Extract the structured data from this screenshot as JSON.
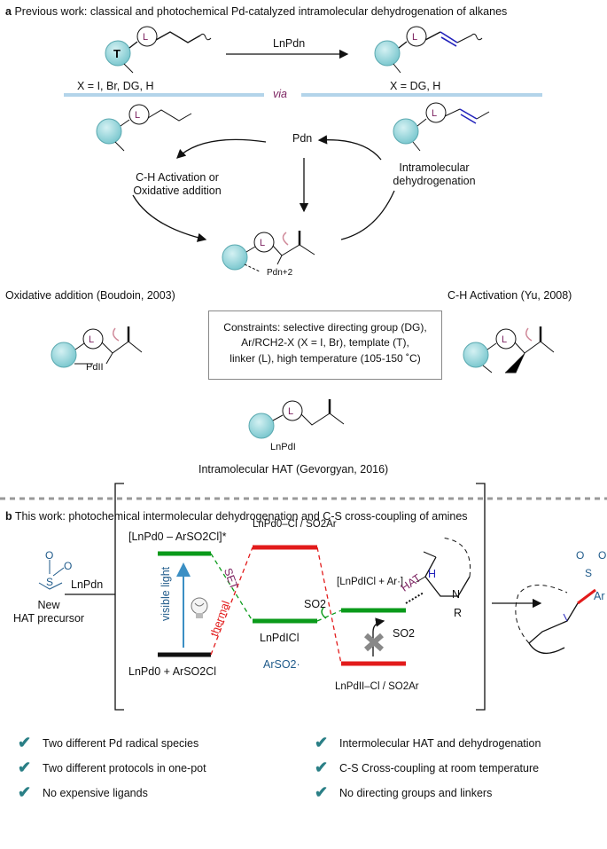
{
  "panel_a": {
    "heading_letter": "a",
    "heading": "Previous work: classical and photochemical Pd-catalyzed intramolecular dehydrogenation of alkanes",
    "reagent": "LnPdn",
    "x_left": "X = I, Br, DG, H",
    "x_right": "X = DG, H",
    "via": "via",
    "pd_center": "Pdn",
    "ch_activation_label": "C-H Activation or\nOxidative addition",
    "intramolecular_label": "Intramolecular\ndehydrogenation",
    "pd_n2": "Pdn+2",
    "oxidative_addition": "Oxidative addition (Boudoin, 2003)",
    "ch_activation_yu": "C-H Activation (Yu, 2008)",
    "constraints": "Constraints: selective directing group (DG),\nAr/RCH2-X (X = I, Br), template (T),\nlinker (L), high temperature (105-150 ˚C)",
    "pd_ii": "PdII",
    "pd_i": "LnPdI",
    "hat_label": "Intramolecular HAT (Gevorgyan, 2016)"
  },
  "panel_b": {
    "heading_letter": "b",
    "heading": "This work: photochemical intermolecular dehydrogenation and C-S cross-coupling of amines",
    "excited": "[LnPd0 – ArSO2Cl]*",
    "ground": "LnPd0  +  ArSO2Cl",
    "lnpdn": "LnPdn",
    "new_hat": "New\nHAT precursor",
    "visible_light": "visible light",
    "set": "SET",
    "thermal": "thermal",
    "pd0_complex": "LnPd0–Cl / SO2Ar",
    "pdi_cl": "LnPdICl",
    "arso2": "ArSO2·",
    "so2": "SO2",
    "pdi_ar": "[LnPdICl + Ar·]",
    "hat": "HAT",
    "so2_out": "SO2",
    "pdii_complex": "LnPdII–Cl / SO2Ar",
    "amine_h": "H",
    "amine_n": "N",
    "amine_r": "R",
    "product_ar": "Ar"
  },
  "features": [
    "Two different Pd radical species",
    "Two different protocols in one-pot",
    "No expensive ligands",
    "Intermolecular HAT and dehydrogenation",
    "C-S Cross-coupling at room temperature",
    "No directing groups and linkers"
  ],
  "colors": {
    "teal_ball": "#8fd3d8",
    "blue_bar": "#b3d4ea",
    "green": "#0a9a1a",
    "red": "#e21b1b",
    "blue_text": "#1f5a8a",
    "purple": "#7a1f5e",
    "check": "#2a7f86"
  }
}
